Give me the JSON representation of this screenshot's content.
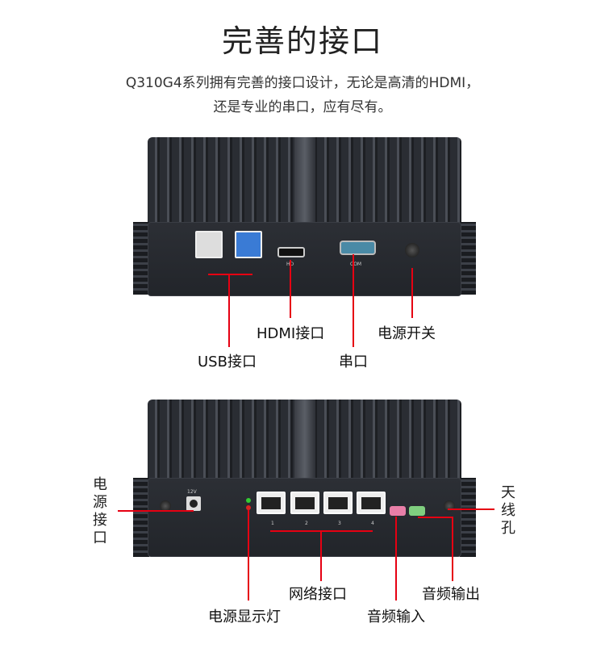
{
  "heading": "完善的接口",
  "subtitle_line1": "Q310G4系列拥有完善的接口设计，无论是高清的HDMI，",
  "subtitle_line2": "还是专业的串口，应有尽有。",
  "front_panel": {
    "port_marks": {
      "hdmi": "HD",
      "com": "COM"
    },
    "labels": {
      "usb": "USB接口",
      "hdmi": "HDMI接口",
      "serial": "串口",
      "power_switch": "电源开关"
    }
  },
  "rear_panel": {
    "port_marks": {
      "dc": "12V",
      "lan": [
        "1",
        "2",
        "3",
        "4"
      ]
    },
    "labels": {
      "power_port": "电源接口",
      "antenna": "天线孔",
      "power_led": "电源显示灯",
      "network": "网络接口",
      "audio_in": "音频输入",
      "audio_out": "音频输出"
    }
  },
  "colors": {
    "callout": "#e60012",
    "chassis": "#2a2d33"
  }
}
